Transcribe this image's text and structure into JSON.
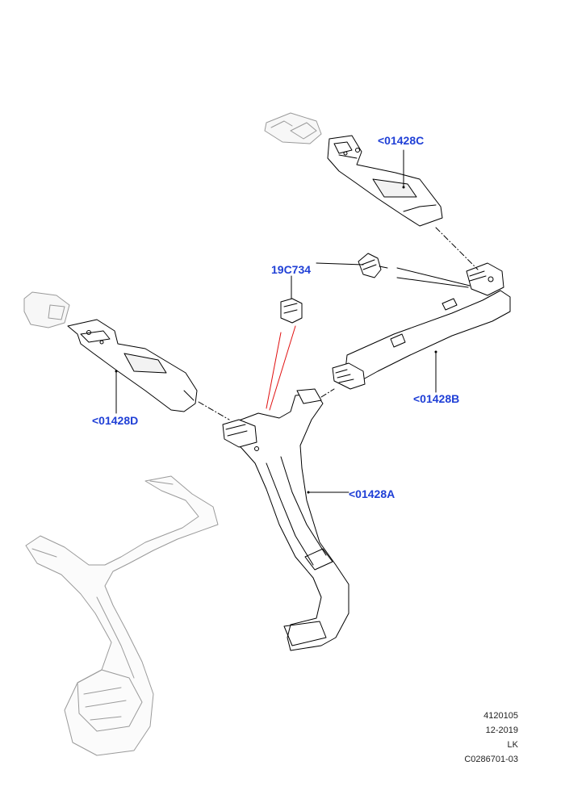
{
  "diagram": {
    "callouts": [
      {
        "id": "c",
        "text": "<01428C"
      },
      {
        "id": "p",
        "text": "19C734"
      },
      {
        "id": "b",
        "text": "<01428B"
      },
      {
        "id": "d",
        "text": "<01428D"
      },
      {
        "id": "a",
        "text": "<01428A"
      }
    ],
    "info": {
      "number": "4120105",
      "date": "12-2019",
      "initials": "LK",
      "code": "C0286701-03"
    }
  },
  "colors": {
    "label": "#1f3fd6",
    "line": "#000000",
    "ghost": "#9a9a9a",
    "ref_line": "#e01010",
    "part_fill": "#ffffff"
  }
}
